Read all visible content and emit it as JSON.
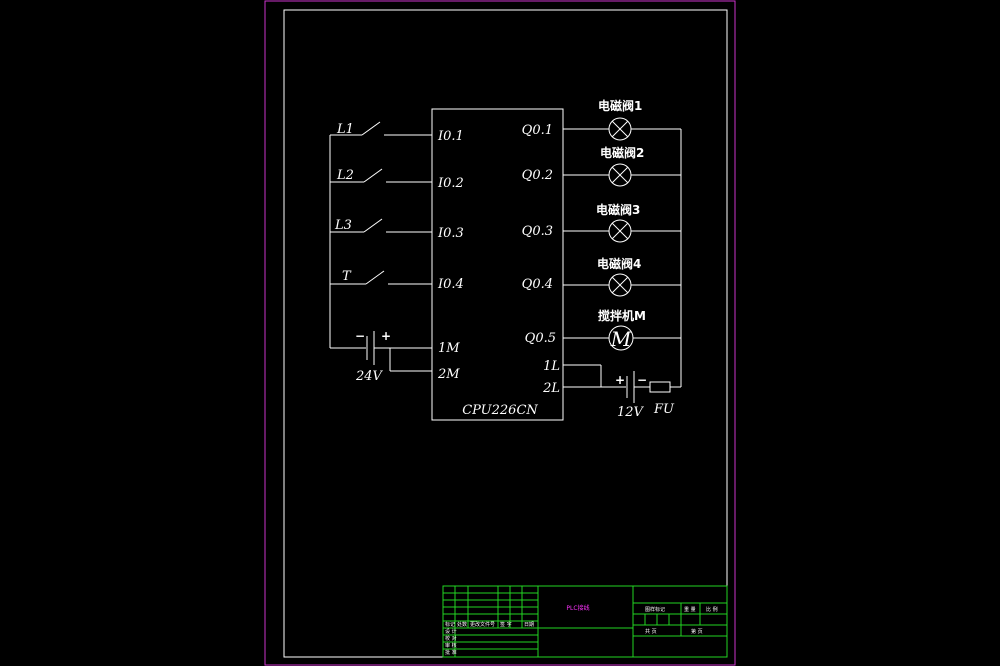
{
  "colors": {
    "background": "#000000",
    "sheet_border": "#cc33cc",
    "frame": "#ffffff",
    "wire": "#ffffff",
    "title_block": "#22d422",
    "title_text": "#ff33ff"
  },
  "plc": {
    "model": "CPU226CN",
    "inputs": [
      "I0.1",
      "I0.2",
      "I0.3",
      "I0.4"
    ],
    "commons": [
      "1M",
      "2M"
    ],
    "outputs": [
      "Q0.1",
      "Q0.2",
      "Q0.3",
      "Q0.4",
      "Q0.5"
    ],
    "output_commons": [
      "1L",
      "2L"
    ]
  },
  "switches": [
    "L1",
    "L2",
    "L3",
    "T"
  ],
  "loads": [
    "电磁阀1",
    "电磁阀2",
    "电磁阀3",
    "电磁阀4",
    "搅拌机M"
  ],
  "motor_symbol": "M",
  "input_supply": {
    "label": "24V",
    "minus": "−",
    "plus": "+"
  },
  "output_supply": {
    "label": "12V",
    "minus": "−",
    "plus": "+"
  },
  "fuse": {
    "label": "FU"
  },
  "title_block": {
    "drawing_title": "PLC接线",
    "left_headers": [
      "标记",
      "处数",
      "更改文件号",
      "签 字",
      "日期"
    ],
    "left_roles": [
      "设 计",
      "校 对",
      "审 核",
      "批 准"
    ],
    "right_top": [
      "图样标记",
      "重 量",
      "比 例"
    ],
    "right_bottom": [
      "共 页",
      "第 页"
    ]
  }
}
